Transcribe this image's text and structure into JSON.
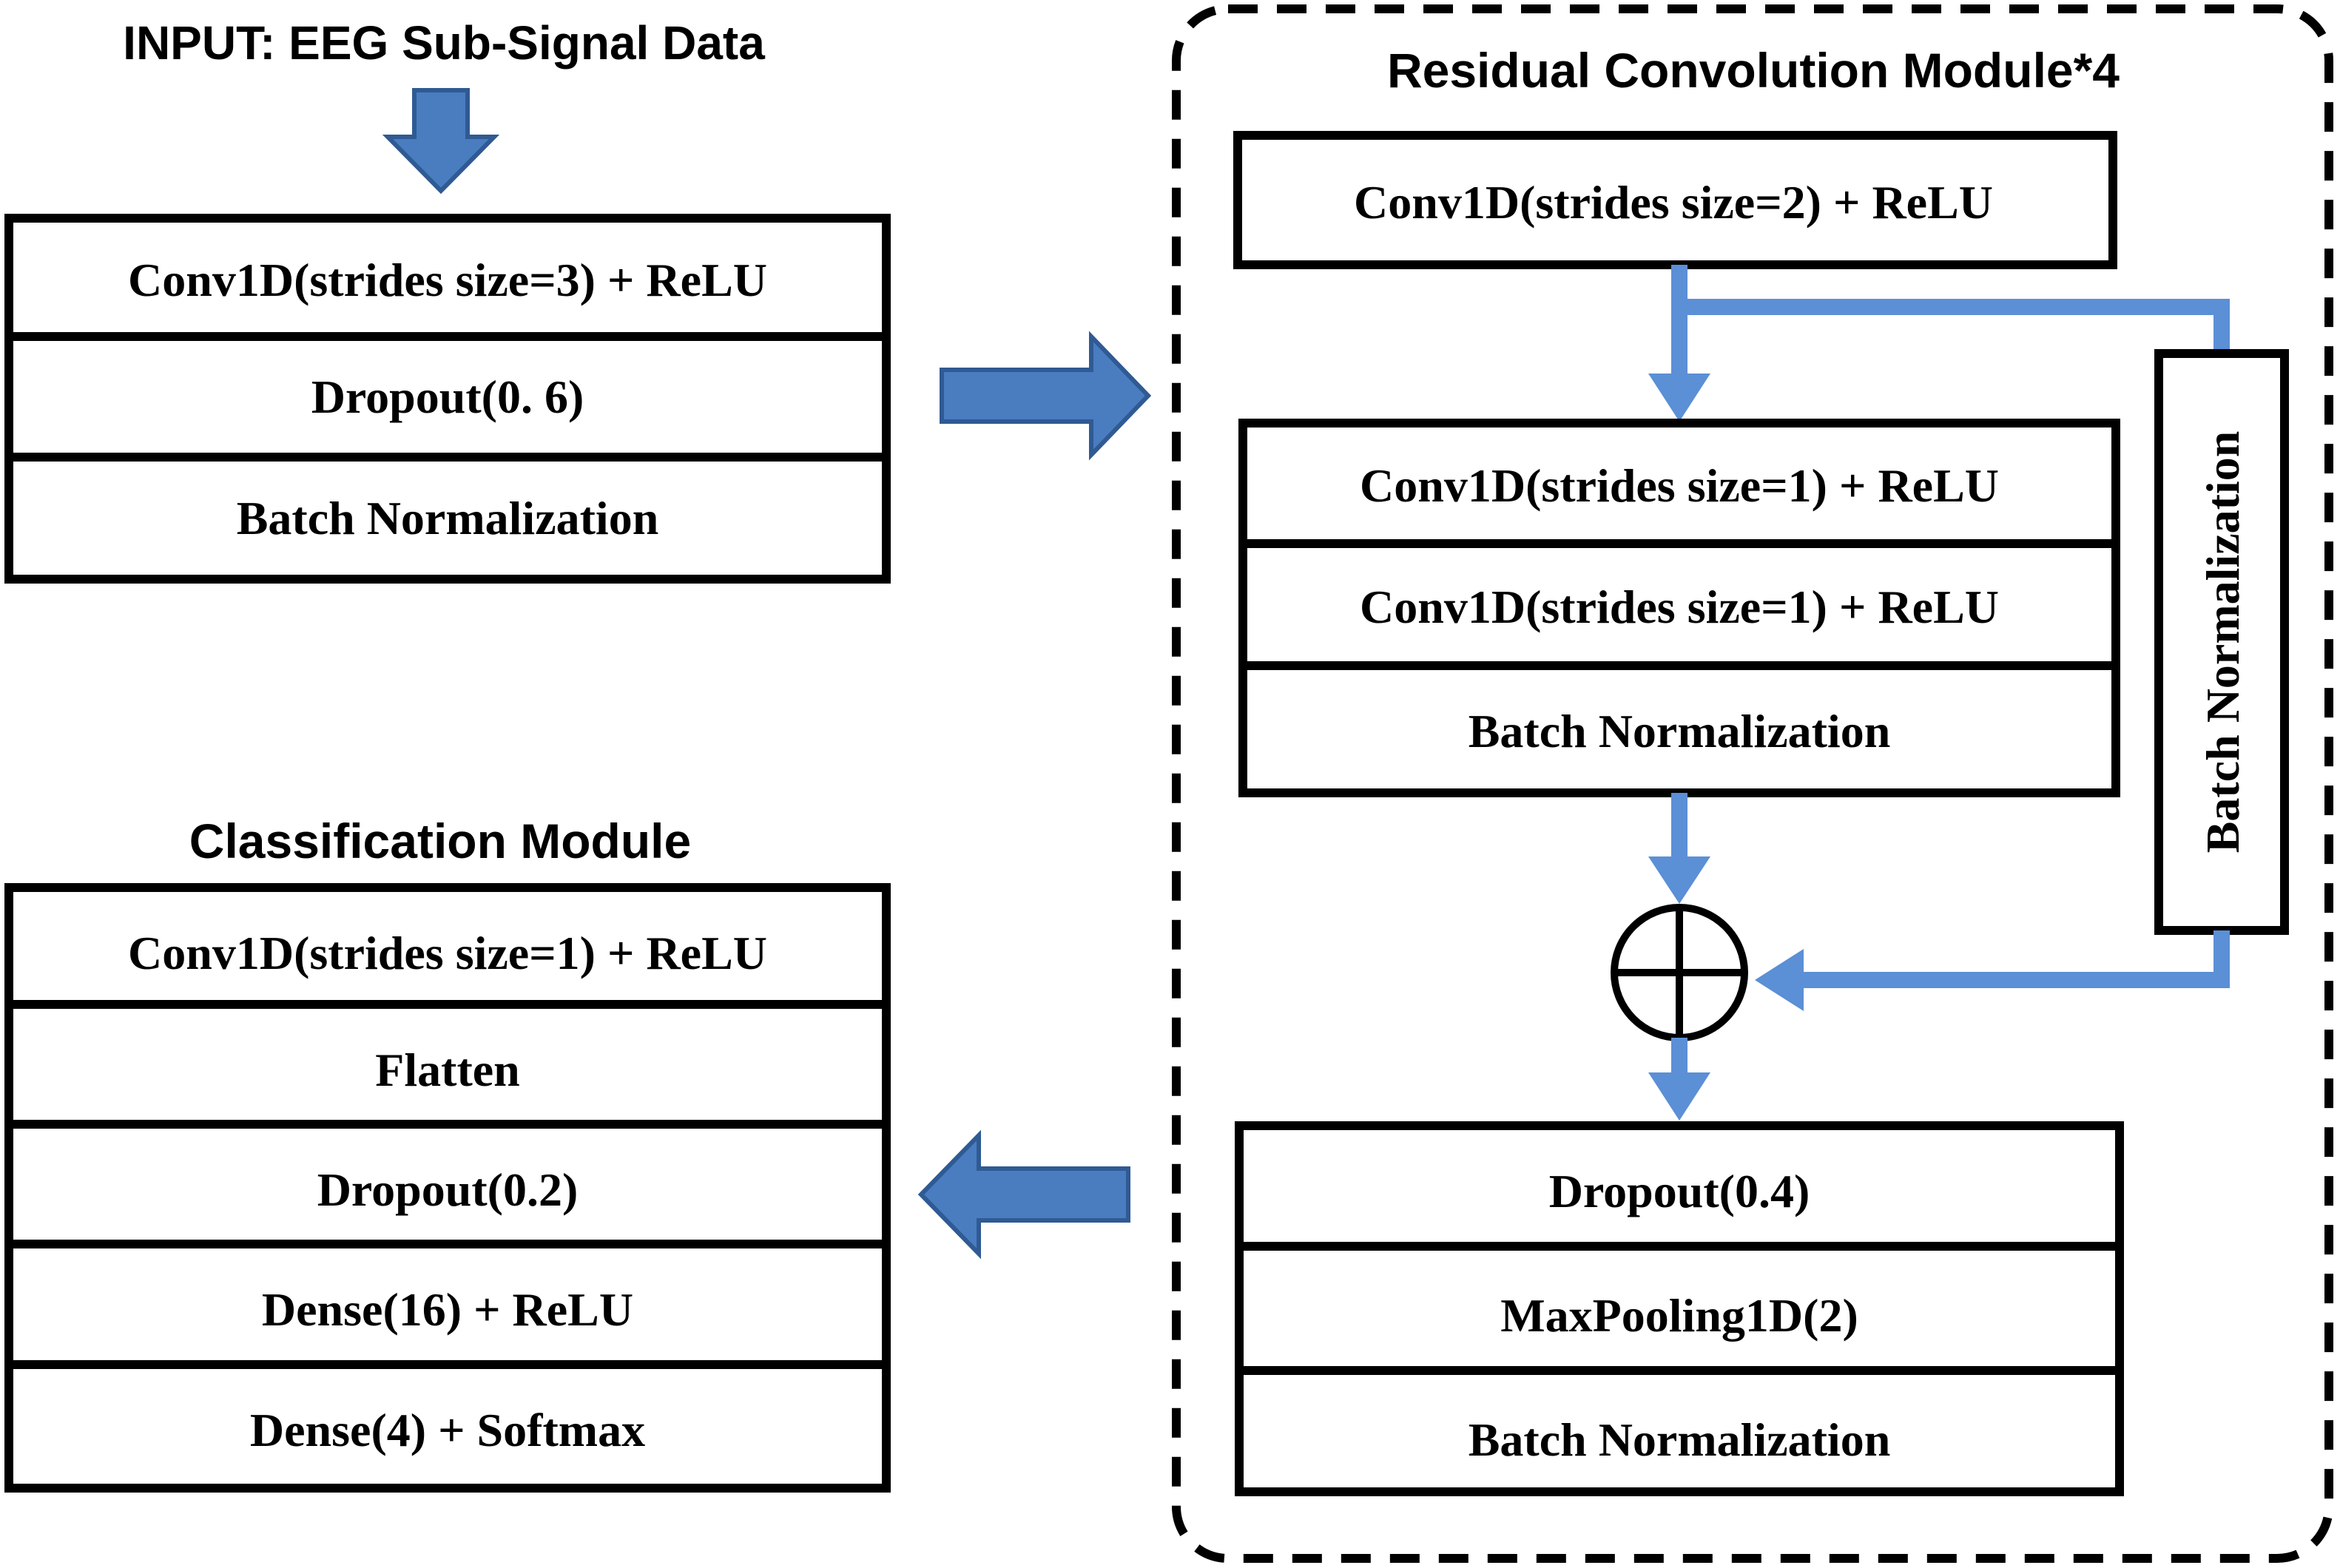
{
  "input_label": "INPUT: EEG  Sub-Signal Data",
  "input_block": {
    "layers": [
      "Conv1D(strides size=3)  +  ReLU",
      "Dropout(0. 6)",
      "Batch Normalization"
    ]
  },
  "residual_module": {
    "title": "Residual Convolution Module*4",
    "top_layer": "Conv1D(strides size=2)  +  ReLU",
    "main_layers": [
      "Conv1D(strides size=1)  +  ReLU",
      "Conv1D(strides size=1)  +  ReLU",
      "Batch Normalization"
    ],
    "shortcut_layer": "Batch Normalization",
    "bottom_layers": [
      "Dropout(0.4)",
      "MaxPooling1D(2)",
      "Batch Normalization"
    ]
  },
  "classification_module": {
    "title": "Classification Module",
    "layers": [
      "Conv1D(strides size=1)  +  ReLU",
      "Flatten",
      "Dropout(0.2)",
      "Dense(16) +  ReLU",
      "Dense(4) +  Softmax"
    ]
  },
  "colors": {
    "arrow_fill": "#4A7CC0",
    "connector": "#5B8FD6",
    "border": "#000000"
  }
}
